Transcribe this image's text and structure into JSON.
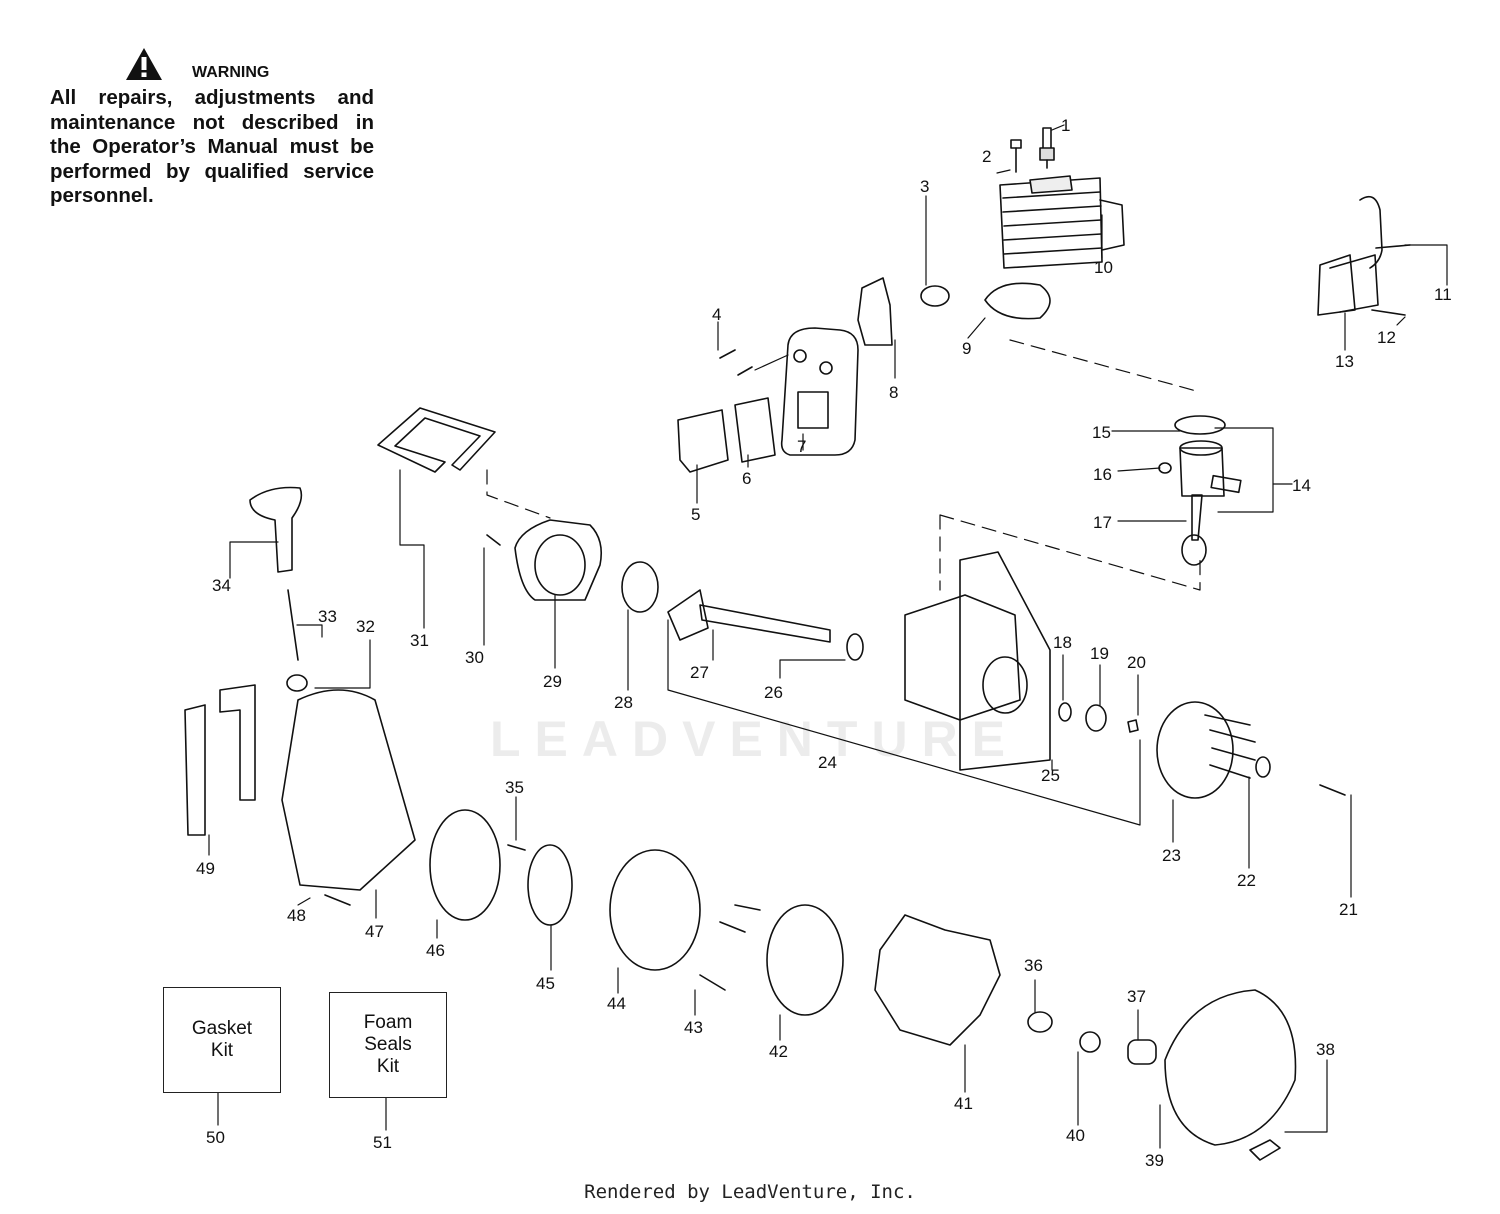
{
  "warning": {
    "title": "WARNING",
    "body": "All repairs, adjustments and maintenance not described in the Operator’s Manual must be performed by qualified service personnel."
  },
  "kits": [
    {
      "label": "Gasket\nKit",
      "number": "50"
    },
    {
      "label": "Foam\nSeals\nKit",
      "number": "51"
    }
  ],
  "callouts": [
    "1",
    "2",
    "3",
    "4",
    "5",
    "6",
    "7",
    "8",
    "9",
    "10",
    "11",
    "12",
    "13",
    "14",
    "15",
    "16",
    "17",
    "18",
    "19",
    "20",
    "21",
    "22",
    "23",
    "24",
    "25",
    "26",
    "27",
    "28",
    "29",
    "30",
    "31",
    "32",
    "33",
    "34",
    "35",
    "36",
    "37",
    "38",
    "39",
    "40",
    "41",
    "42",
    "43",
    "44",
    "45",
    "46",
    "47",
    "48",
    "49"
  ],
  "watermark": "LEADVENTURE",
  "credit": "Rendered by LeadVenture, Inc."
}
